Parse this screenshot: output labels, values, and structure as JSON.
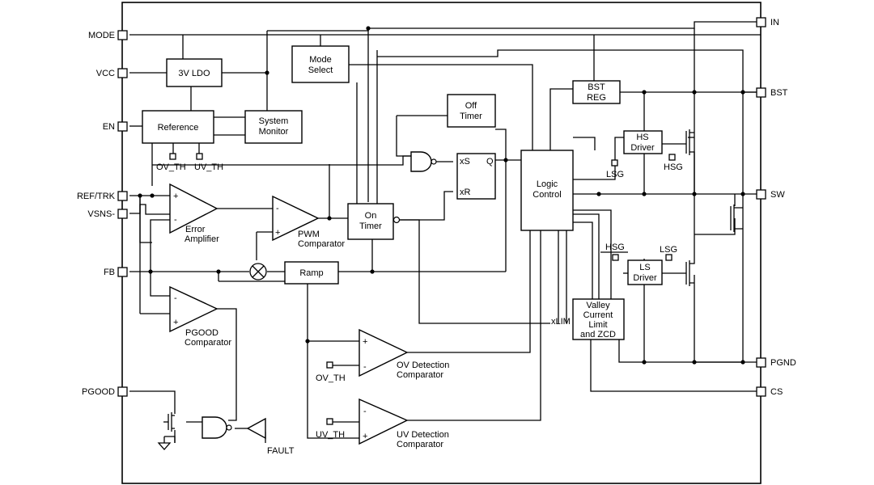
{
  "pins": {
    "mode": "MODE",
    "vcc": "VCC",
    "en": "EN",
    "ref_trk": "REF/TRK",
    "vsns": "VSNS-",
    "fb": "FB",
    "pgood": "PGOOD",
    "in": "IN",
    "bst": "BST",
    "sw": "SW",
    "pgnd": "PGND",
    "cs": "CS"
  },
  "blocks": {
    "ldo": "3V LDO",
    "mode_select": [
      "Mode",
      "Select"
    ],
    "reference": "Reference",
    "system_monitor": [
      "System",
      "Monitor"
    ],
    "off_timer": [
      "Off",
      "Timer"
    ],
    "on_timer": [
      "On",
      "Timer"
    ],
    "ramp": "Ramp",
    "logic_control": [
      "Logic",
      "Control"
    ],
    "bst_reg": [
      "BST",
      "REG"
    ],
    "hs_driver": [
      "HS",
      "Driver"
    ],
    "ls_driver": [
      "LS",
      "Driver"
    ],
    "valley": [
      "Valley",
      "Current",
      "Limit",
      "and ZCD"
    ]
  },
  "labels": {
    "error_amp": [
      "Error",
      "Amplifier"
    ],
    "pwm_comp": [
      "PWM",
      "Comparator"
    ],
    "pgood_comp": [
      "PGOOD",
      "Comparator"
    ],
    "ov_comp": [
      "OV Detection",
      "Comparator"
    ],
    "uv_comp": [
      "UV Detection",
      "Comparator"
    ],
    "ov_th_ref": "OV_TH",
    "uv_th_ref": "UV_TH",
    "ov_th": "OV_TH",
    "uv_th": "UV_TH",
    "xs": "xS",
    "xr": "xR",
    "q": "Q",
    "xlim": "xLIM",
    "lsg_top": "LSG",
    "hsg_top": "HSG",
    "hsg_bot": "HSG",
    "lsg_bot": "LSG",
    "fault": "FAULT",
    "plus": "+",
    "minus": "-"
  }
}
